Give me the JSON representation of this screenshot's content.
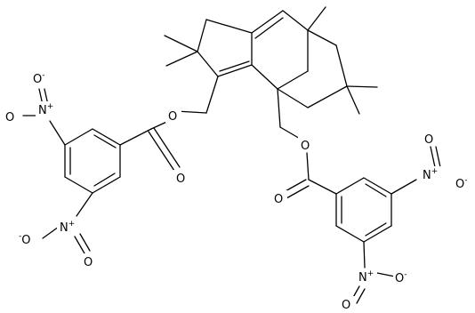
{
  "structure": {
    "atom_labels": {
      "o_nitro_tl_top": "O",
      "n_nitro_tl": "N",
      "o_nitro_tl_side": "O",
      "o_nitro_bl_side": "O",
      "n_nitro_bl": "N",
      "o_nitro_bl_bottom": "O",
      "o_ester_left": "O",
      "o_carbonyl_left": "O",
      "o_ester_right": "O",
      "o_carbonyl_right": "O",
      "n_nitro_tr": "N",
      "o_nitro_tr_top": "O",
      "o_nitro_tr_side": "O",
      "n_nitro_br": "N",
      "o_nitro_br_side": "O",
      "o_nitro_br_bottom": "O"
    },
    "charges": {
      "plus": "+",
      "minus": "-"
    }
  }
}
